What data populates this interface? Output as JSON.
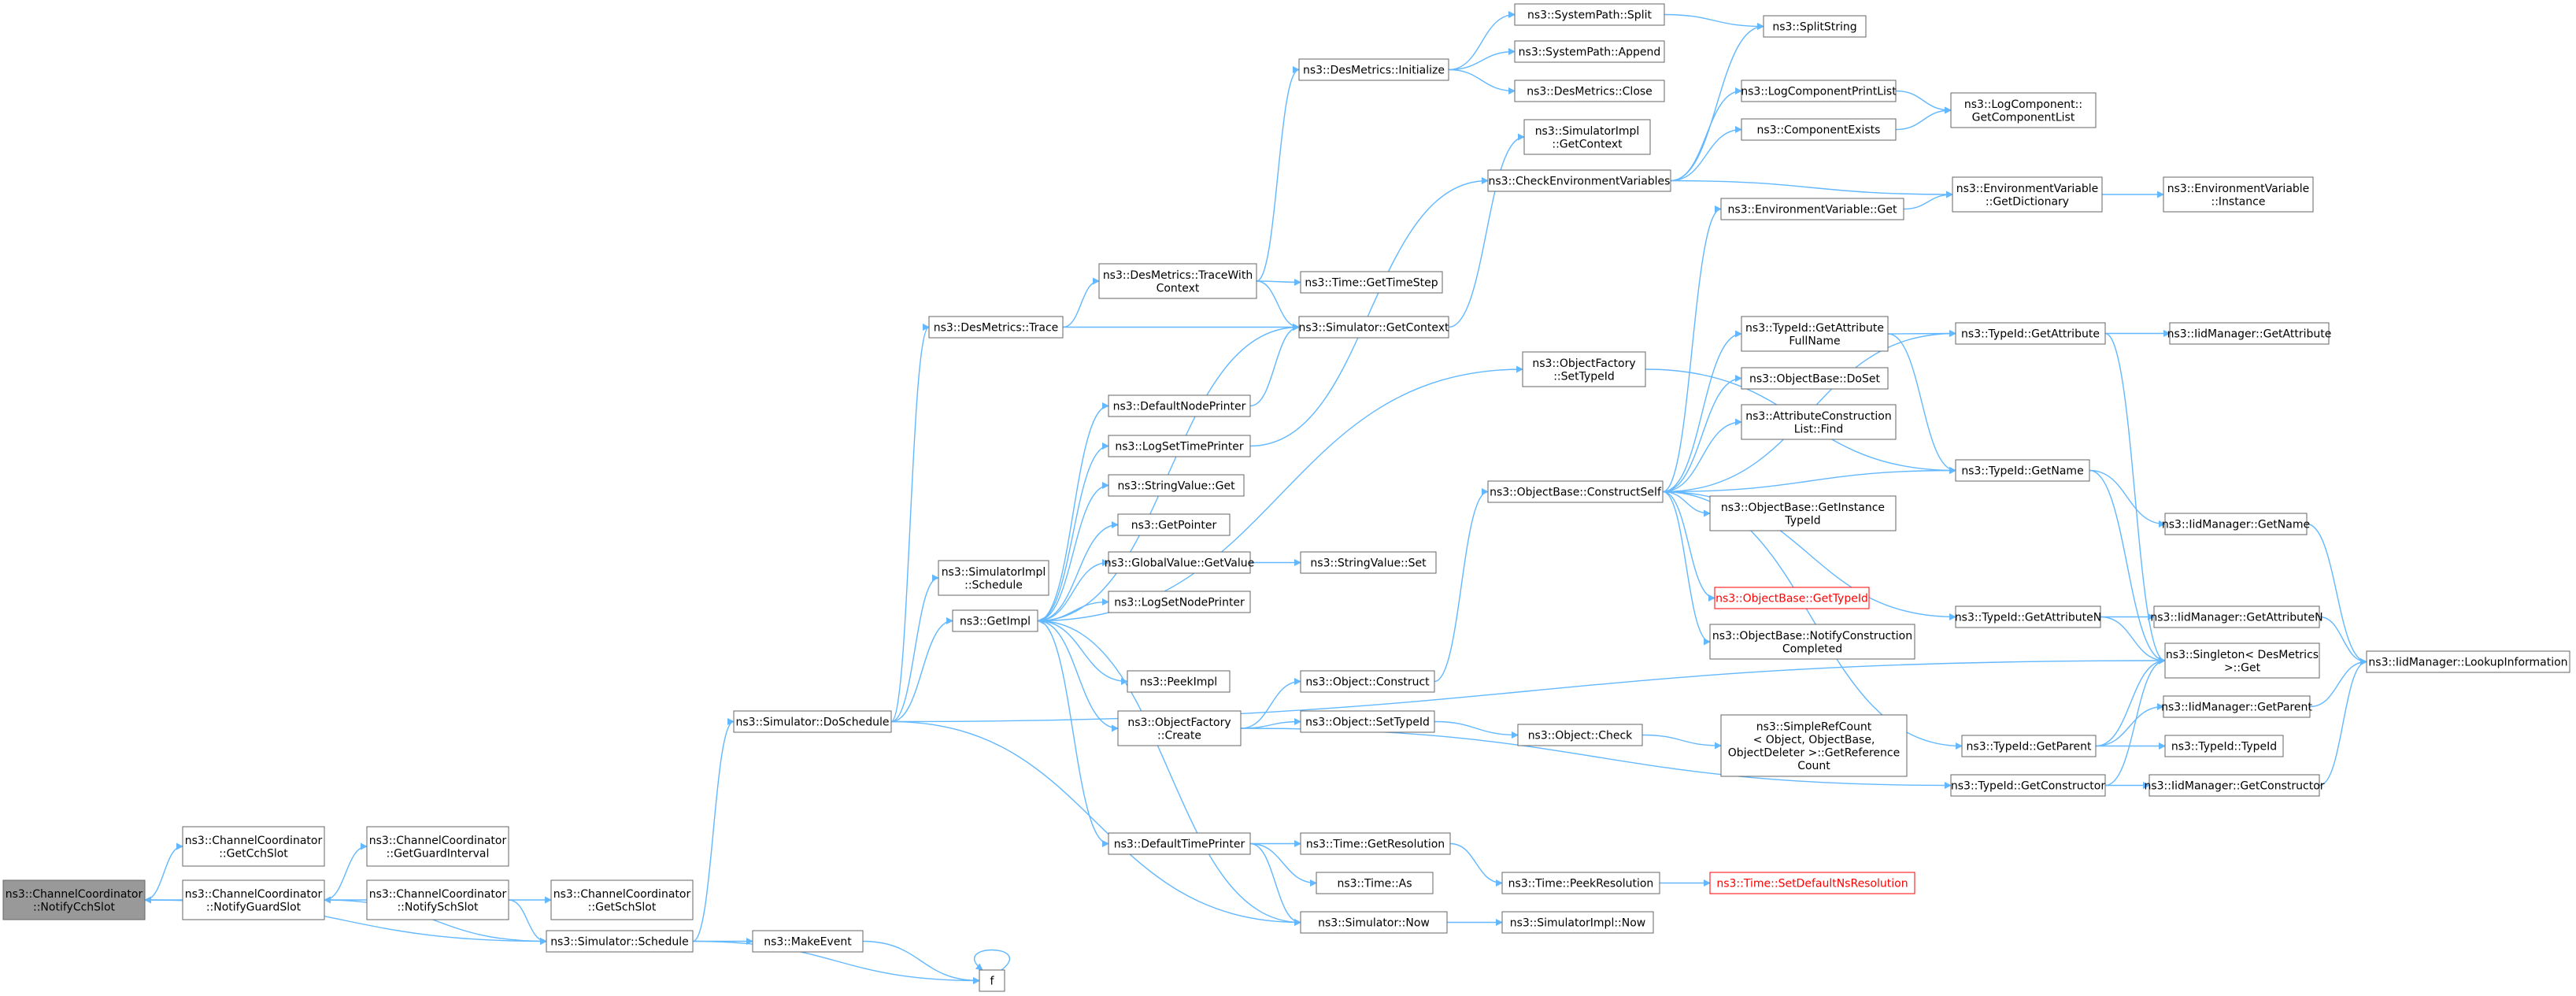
{
  "graph": {
    "colors": {
      "edge": "#63b8ff",
      "node_border": "#666666",
      "root_fill": "#999999",
      "highlight_border": "#ff0000"
    },
    "nodes": [
      {
        "id": "notifycch",
        "lines": [
          "ns3::ChannelCoordinator",
          "::NotifyCchSlot"
        ],
        "root": true
      },
      {
        "id": "getcchslot",
        "lines": [
          "ns3::ChannelCoordinator",
          "::GetCchSlot"
        ]
      },
      {
        "id": "notifyguard",
        "lines": [
          "ns3::ChannelCoordinator",
          "::NotifyGuardSlot"
        ]
      },
      {
        "id": "getguard",
        "lines": [
          "ns3::ChannelCoordinator",
          "::GetGuardInterval"
        ]
      },
      {
        "id": "notifysch",
        "lines": [
          "ns3::ChannelCoordinator",
          "::NotifySchSlot"
        ]
      },
      {
        "id": "getschslot",
        "lines": [
          "ns3::ChannelCoordinator",
          "::GetSchSlot"
        ]
      },
      {
        "id": "schedule",
        "lines": [
          "ns3::Simulator::Schedule"
        ]
      },
      {
        "id": "makeevent",
        "lines": [
          "ns3::MakeEvent"
        ]
      },
      {
        "id": "f",
        "lines": [
          "f"
        ]
      },
      {
        "id": "doschedule",
        "lines": [
          "ns3::Simulator::DoSchedule"
        ]
      },
      {
        "id": "simimplschedule",
        "lines": [
          "ns3::SimulatorImpl",
          "::Schedule"
        ]
      },
      {
        "id": "desmetricstrace",
        "lines": [
          "ns3::DesMetrics::Trace"
        ]
      },
      {
        "id": "getimpl",
        "lines": [
          "ns3::GetImpl"
        ]
      },
      {
        "id": "tracewithctx",
        "lines": [
          "ns3::DesMetrics::TraceWith",
          "Context"
        ]
      },
      {
        "id": "desinit",
        "lines": [
          "ns3::DesMetrics::Initialize"
        ]
      },
      {
        "id": "gettimestep",
        "lines": [
          "ns3::Time::GetTimeStep"
        ]
      },
      {
        "id": "simgetcontext",
        "lines": [
          "ns3::Simulator::GetContext"
        ]
      },
      {
        "id": "syspathsplit",
        "lines": [
          "ns3::SystemPath::Split"
        ]
      },
      {
        "id": "syspathappend",
        "lines": [
          "ns3::SystemPath::Append"
        ]
      },
      {
        "id": "desclose",
        "lines": [
          "ns3::DesMetrics::Close"
        ]
      },
      {
        "id": "splitstring",
        "lines": [
          "ns3::SplitString"
        ]
      },
      {
        "id": "simimplgetctx",
        "lines": [
          "ns3::SimulatorImpl",
          "::GetContext"
        ]
      },
      {
        "id": "checkenv",
        "lines": [
          "ns3::CheckEnvironmentVariables"
        ]
      },
      {
        "id": "logcompprint",
        "lines": [
          "ns3::LogComponentPrintList"
        ]
      },
      {
        "id": "compexists",
        "lines": [
          "ns3::ComponentExists"
        ]
      },
      {
        "id": "logcompgetlist",
        "lines": [
          "ns3::LogComponent::",
          "GetComponentList"
        ]
      },
      {
        "id": "envget",
        "lines": [
          "ns3::EnvironmentVariable::Get"
        ]
      },
      {
        "id": "envgetdict",
        "lines": [
          "ns3::EnvironmentVariable",
          "::GetDictionary"
        ]
      },
      {
        "id": "envinstance",
        "lines": [
          "ns3::EnvironmentVariable",
          "::Instance"
        ]
      },
      {
        "id": "defaultnodeprinter",
        "lines": [
          "ns3::DefaultNodePrinter"
        ]
      },
      {
        "id": "logsettimeprinter",
        "lines": [
          "ns3::LogSetTimePrinter"
        ]
      },
      {
        "id": "stringvalueget",
        "lines": [
          "ns3::StringValue::Get"
        ]
      },
      {
        "id": "getpointer",
        "lines": [
          "ns3::GetPointer"
        ]
      },
      {
        "id": "globalvalueget",
        "lines": [
          "ns3::GlobalValue::GetValue"
        ]
      },
      {
        "id": "stringvalueset",
        "lines": [
          "ns3::StringValue::Set"
        ]
      },
      {
        "id": "logsetnodeprinter",
        "lines": [
          "ns3::LogSetNodePrinter"
        ]
      },
      {
        "id": "peekimpl",
        "lines": [
          "ns3::PeekImpl"
        ]
      },
      {
        "id": "objfactorycreate",
        "lines": [
          "ns3::ObjectFactory",
          "::Create"
        ]
      },
      {
        "id": "defaulttimeprinter",
        "lines": [
          "ns3::DefaultTimePrinter"
        ]
      },
      {
        "id": "objfactorysettypeid",
        "lines": [
          "ns3::ObjectFactory",
          "::SetTypeId"
        ]
      },
      {
        "id": "objconstruct",
        "lines": [
          "ns3::Object::Construct"
        ]
      },
      {
        "id": "objsettypeid",
        "lines": [
          "ns3::Object::SetTypeId"
        ]
      },
      {
        "id": "objcheck",
        "lines": [
          "ns3::Object::Check"
        ]
      },
      {
        "id": "simplerefcount",
        "lines": [
          "ns3::SimpleRefCount",
          "< Object, ObjectBase,",
          "ObjectDeleter >::GetReference",
          "Count"
        ]
      },
      {
        "id": "timegetres",
        "lines": [
          "ns3::Time::GetResolution"
        ]
      },
      {
        "id": "timeas",
        "lines": [
          "ns3::Time::As"
        ]
      },
      {
        "id": "simnow",
        "lines": [
          "ns3::Simulator::Now"
        ]
      },
      {
        "id": "timepeekres",
        "lines": [
          "ns3::Time::PeekResolution"
        ]
      },
      {
        "id": "simimplnow",
        "lines": [
          "ns3::SimulatorImpl::Now"
        ]
      },
      {
        "id": "setdefaultns",
        "lines": [
          "ns3::Time::SetDefaultNsResolution"
        ],
        "red": true
      },
      {
        "id": "constructself",
        "lines": [
          "ns3::ObjectBase::ConstructSelf"
        ]
      },
      {
        "id": "typeidgetattrfull",
        "lines": [
          "ns3::TypeId::GetAttribute",
          "FullName"
        ]
      },
      {
        "id": "objbasedoset",
        "lines": [
          "ns3::ObjectBase::DoSet"
        ]
      },
      {
        "id": "attrconstrfind",
        "lines": [
          "ns3::AttributeConstruction",
          "List::Find"
        ]
      },
      {
        "id": "objbasegetinsttid",
        "lines": [
          "ns3::ObjectBase::GetInstance",
          "TypeId"
        ]
      },
      {
        "id": "objbasegettid",
        "lines": [
          "ns3::ObjectBase::GetTypeId"
        ],
        "red": true
      },
      {
        "id": "objbasenotify",
        "lines": [
          "ns3::ObjectBase::NotifyConstruction",
          "Completed"
        ]
      },
      {
        "id": "typeidgetattr",
        "lines": [
          "ns3::TypeId::GetAttribute"
        ]
      },
      {
        "id": "typeidgetname",
        "lines": [
          "ns3::TypeId::GetName"
        ]
      },
      {
        "id": "typeidgetattrn",
        "lines": [
          "ns3::TypeId::GetAttributeN"
        ]
      },
      {
        "id": "typeidgetparent",
        "lines": [
          "ns3::TypeId::GetParent"
        ]
      },
      {
        "id": "typeidgetctor",
        "lines": [
          "ns3::TypeId::GetConstructor"
        ]
      },
      {
        "id": "iidgetattr",
        "lines": [
          "ns3::IidManager::GetAttribute"
        ]
      },
      {
        "id": "iidgetname",
        "lines": [
          "ns3::IidManager::GetName"
        ]
      },
      {
        "id": "iidgetattrn",
        "lines": [
          "ns3::IidManager::GetAttributeN"
        ]
      },
      {
        "id": "singletonget",
        "lines": [
          "ns3::Singleton< DesMetrics",
          " >::Get"
        ]
      },
      {
        "id": "iidgetparent",
        "lines": [
          "ns3::IidManager::GetParent"
        ]
      },
      {
        "id": "typeidtypeid",
        "lines": [
          "ns3::TypeId::TypeId"
        ]
      },
      {
        "id": "iidgetctor",
        "lines": [
          "ns3::IidManager::GetConstructor"
        ]
      },
      {
        "id": "iidlookup",
        "lines": [
          "ns3::IidManager::LookupInformation"
        ]
      }
    ],
    "edges": [
      [
        "notifyguard",
        "notifycch"
      ],
      [
        "notifycch",
        "getcchslot"
      ],
      [
        "notifycch",
        "schedule"
      ],
      [
        "notifysch",
        "notifyguard"
      ],
      [
        "notifyguard",
        "getguard"
      ],
      [
        "notifyguard",
        "schedule"
      ],
      [
        "notifysch",
        "getschslot"
      ],
      [
        "notifysch",
        "schedule"
      ],
      [
        "schedule",
        "doschedule"
      ],
      [
        "schedule",
        "makeevent"
      ],
      [
        "schedule",
        "f"
      ],
      [
        "makeevent",
        "f"
      ],
      [
        "f",
        "f"
      ],
      [
        "doschedule",
        "simimplschedule"
      ],
      [
        "doschedule",
        "desmetricstrace"
      ],
      [
        "doschedule",
        "getimpl"
      ],
      [
        "doschedule",
        "singletonget"
      ],
      [
        "doschedule",
        "simnow"
      ],
      [
        "desmetricstrace",
        "tracewithctx"
      ],
      [
        "desmetricstrace",
        "simgetcontext"
      ],
      [
        "tracewithctx",
        "desinit"
      ],
      [
        "tracewithctx",
        "gettimestep"
      ],
      [
        "tracewithctx",
        "simgetcontext"
      ],
      [
        "desinit",
        "syspathsplit"
      ],
      [
        "desinit",
        "syspathappend"
      ],
      [
        "desinit",
        "desclose"
      ],
      [
        "syspathsplit",
        "splitstring"
      ],
      [
        "simgetcontext",
        "simimplgetctx"
      ],
      [
        "checkenv",
        "splitstring"
      ],
      [
        "checkenv",
        "logcompprint"
      ],
      [
        "checkenv",
        "compexists"
      ],
      [
        "checkenv",
        "envgetdict"
      ],
      [
        "logcompprint",
        "logcompgetlist"
      ],
      [
        "compexists",
        "logcompgetlist"
      ],
      [
        "envget",
        "envgetdict"
      ],
      [
        "envgetdict",
        "envinstance"
      ],
      [
        "getimpl",
        "simgetcontext"
      ],
      [
        "getimpl",
        "defaultnodeprinter"
      ],
      [
        "getimpl",
        "logsettimeprinter"
      ],
      [
        "getimpl",
        "stringvalueget"
      ],
      [
        "getimpl",
        "getpointer"
      ],
      [
        "getimpl",
        "globalvalueget"
      ],
      [
        "getimpl",
        "logsetnodeprinter"
      ],
      [
        "getimpl",
        "peekimpl"
      ],
      [
        "getimpl",
        "objfactorycreate"
      ],
      [
        "getimpl",
        "defaulttimeprinter"
      ],
      [
        "getimpl",
        "objfactorysettypeid"
      ],
      [
        "defaultnodeprinter",
        "simgetcontext"
      ],
      [
        "logsettimeprinter",
        "checkenv"
      ],
      [
        "globalvalueget",
        "stringvalueset"
      ],
      [
        "objfactorycreate",
        "objconstruct"
      ],
      [
        "objfactorycreate",
        "objsettypeid"
      ],
      [
        "objfactorycreate",
        "typeidgetctor"
      ],
      [
        "objconstruct",
        "constructself"
      ],
      [
        "objsettypeid",
        "objcheck"
      ],
      [
        "objcheck",
        "simplerefcount"
      ],
      [
        "defaulttimeprinter",
        "timegetres"
      ],
      [
        "defaulttimeprinter",
        "timeas"
      ],
      [
        "defaulttimeprinter",
        "simnow"
      ],
      [
        "timegetres",
        "timepeekres"
      ],
      [
        "timepeekres",
        "setdefaultns"
      ],
      [
        "simnow",
        "getimpl"
      ],
      [
        "simnow",
        "simimplnow"
      ],
      [
        "constructself",
        "envget"
      ],
      [
        "constructself",
        "typeidgetattrfull"
      ],
      [
        "constructself",
        "objbasedoset"
      ],
      [
        "constructself",
        "attrconstrfind"
      ],
      [
        "constructself",
        "objbasegetinsttid"
      ],
      [
        "constructself",
        "objbasegettid"
      ],
      [
        "constructself",
        "objbasenotify"
      ],
      [
        "constructself",
        "typeidgetattr"
      ],
      [
        "constructself",
        "typeidgetname"
      ],
      [
        "constructself",
        "typeidgetattrn"
      ],
      [
        "constructself",
        "typeidgetparent"
      ],
      [
        "objfactorysettypeid",
        "typeidgetname"
      ],
      [
        "typeidgetattrfull",
        "typeidgetattr"
      ],
      [
        "typeidgetattrfull",
        "typeidgetname"
      ],
      [
        "typeidgetattr",
        "iidgetattr"
      ],
      [
        "typeidgetattr",
        "singletonget"
      ],
      [
        "typeidgetname",
        "iidgetname"
      ],
      [
        "typeidgetname",
        "singletonget"
      ],
      [
        "typeidgetattrn",
        "iidgetattrn"
      ],
      [
        "typeidgetattrn",
        "singletonget"
      ],
      [
        "typeidgetparent",
        "iidgetparent"
      ],
      [
        "typeidgetparent",
        "typeidtypeid"
      ],
      [
        "typeidgetparent",
        "singletonget"
      ],
      [
        "typeidgetctor",
        "iidgetctor"
      ],
      [
        "typeidgetctor",
        "singletonget"
      ],
      [
        "iidgetname",
        "iidlookup"
      ],
      [
        "iidgetattrn",
        "iidlookup"
      ],
      [
        "iidgetparent",
        "iidlookup"
      ],
      [
        "iidgetctor",
        "iidlookup"
      ]
    ]
  }
}
